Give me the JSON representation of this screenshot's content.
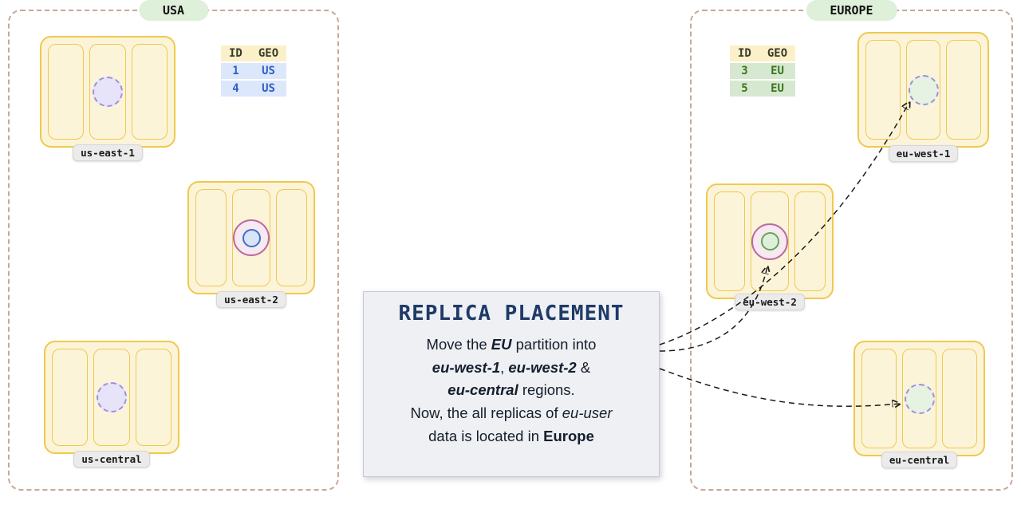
{
  "regions": {
    "usa": {
      "label": "USA",
      "table": {
        "headers": [
          "ID",
          "GEO"
        ],
        "rows": [
          [
            "1",
            "US"
          ],
          [
            "4",
            "US"
          ]
        ]
      },
      "nodes": [
        {
          "name": "us-east-1",
          "marker": "dotted-replica"
        },
        {
          "name": "us-east-2",
          "marker": "primary-replica"
        },
        {
          "name": "us-central",
          "marker": "dotted-replica"
        }
      ]
    },
    "europe": {
      "label": "EUROPE",
      "table": {
        "headers": [
          "ID",
          "GEO"
        ],
        "rows": [
          [
            "3",
            "EU"
          ],
          [
            "5",
            "EU"
          ]
        ]
      },
      "nodes": [
        {
          "name": "eu-west-1",
          "marker": "dotted-replica"
        },
        {
          "name": "eu-west-2",
          "marker": "primary-replica"
        },
        {
          "name": "eu-central",
          "marker": "dotted-replica"
        }
      ]
    }
  },
  "callout": {
    "title": "REPLICA PLACEMENT",
    "body": [
      [
        {
          "t": "Move the "
        },
        {
          "t": "EU",
          "b": true,
          "i": true
        },
        {
          "t": " partition into"
        }
      ],
      [
        {
          "t": "eu-west-1",
          "b": true,
          "i": true
        },
        {
          "t": ", "
        },
        {
          "t": "eu-west-2",
          "b": true,
          "i": true
        },
        {
          "t": " &"
        }
      ],
      [
        {
          "t": "eu-central",
          "b": true,
          "i": true
        },
        {
          "t": " regions."
        }
      ],
      [
        {
          "t": "Now, the all replicas of "
        },
        {
          "t": "eu-user",
          "i": true
        }
      ],
      [
        {
          "t": "data is located in "
        },
        {
          "t": "Europe",
          "b": true
        }
      ]
    ]
  },
  "colors": {
    "node_fill": "#FCF4D9",
    "node_border": "#EFC94C",
    "region_border": "#C9A896",
    "badge_bg": "#DEEFDA",
    "us_row_bg": "#DCE7FB",
    "us_text": "#2F5FC4",
    "eu_row_bg": "#D7E8D0",
    "eu_text": "#38761D",
    "table_header_bg": "#FBF0C8",
    "title_color": "#1F3A68",
    "callout_bg": "#EEF0F3",
    "dotted_border": "#9D8FDC",
    "dotted_us_fill": "#E7E3F8",
    "dotted_eu_fill": "#E6F2E2",
    "ring_border": "#BC6A9F",
    "ring_fill": "#F6E9F1",
    "inner_us_border": "#3E6FC9",
    "inner_us_fill": "#D8E4F8",
    "inner_eu_border": "#67A557",
    "inner_eu_fill": "#DFF0DA"
  }
}
